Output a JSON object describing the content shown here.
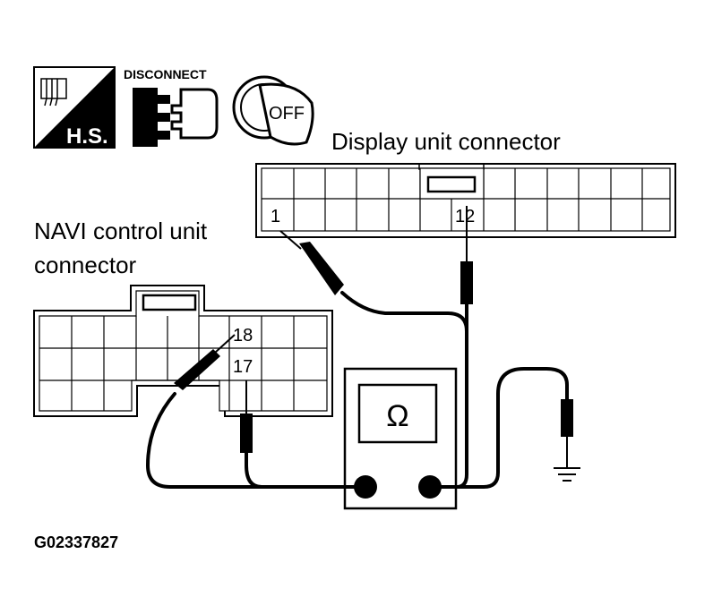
{
  "icons": {
    "harness_label": "H.S.",
    "disconnect_label": "DISCONNECT",
    "ignition_label": "OFF"
  },
  "display_connector": {
    "title": "Display unit connector",
    "pin_a": "1",
    "pin_b": "12"
  },
  "navi_connector": {
    "title_line1": "NAVI control unit",
    "title_line2": "connector",
    "pin_a": "18",
    "pin_b": "17"
  },
  "meter": {
    "symbol": "Ω"
  },
  "figure_id": "G02337827"
}
